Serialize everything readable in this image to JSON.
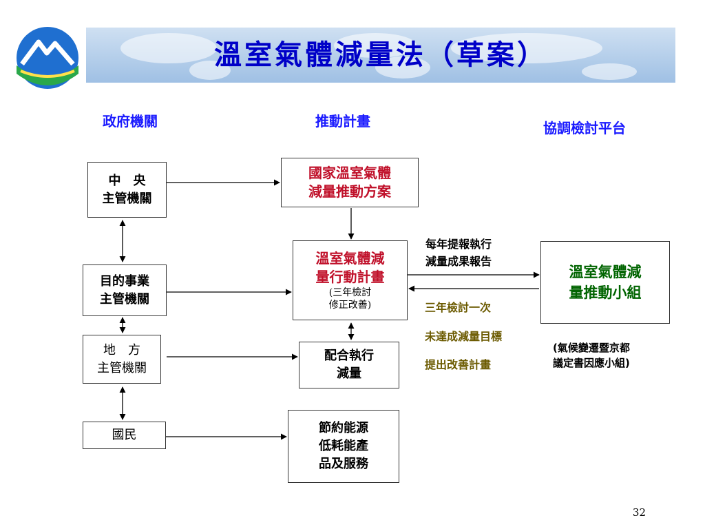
{
  "title": "溫室氣體減量法（草案）",
  "columns": {
    "government": "政府機關",
    "plan": "推動計畫",
    "platform": "協調檢討平台"
  },
  "left_boxes": {
    "central": [
      "中　央",
      "主管機關"
    ],
    "industry": [
      "目的事業",
      "主管機關"
    ],
    "local": [
      "地　方",
      "主管機關"
    ],
    "citizens": [
      "國民"
    ]
  },
  "center_boxes": {
    "national_plan": [
      "國家溫室氣體",
      "減量推動方案"
    ],
    "action_plan": [
      "溫室氣體減",
      "量行動計畫"
    ],
    "action_plan_note": [
      "(三年檢討",
      "修正改善)"
    ],
    "cooperate": [
      "配合執行",
      "減量"
    ],
    "energy": [
      "節約能源",
      "低耗能產",
      "品及服務"
    ]
  },
  "right_box": {
    "taskforce": [
      "溫室氣體減",
      "量推動小組"
    ],
    "taskforce_note": [
      "(氣候變遷暨京都",
      "議定書因應小組)"
    ]
  },
  "annotations": {
    "annual_report": [
      "每年提報執行",
      "減量成果報告"
    ],
    "review": [
      "三年檢討一次",
      "未達成減量目標",
      "提出改善計畫"
    ]
  },
  "page_number": "32",
  "colors": {
    "title": "#0000c8",
    "column_heading": "#1a1aff",
    "plan_text": "#c0102a",
    "taskforce_text": "#006400",
    "review_text": "#6b5a00"
  },
  "icons": {
    "logo": "epa-mountain-logo"
  }
}
